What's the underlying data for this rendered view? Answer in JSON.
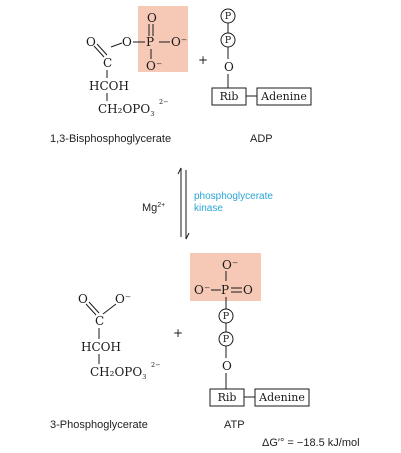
{
  "colors": {
    "highlight": "#f6c8b6",
    "enzyme_text": "#2aa6d6",
    "ink": "#1a1a1a"
  },
  "reactants": {
    "bpg": {
      "name": "1,3-Bisphosphoglycerate",
      "o": "O",
      "o_minus": "O⁻",
      "p": "P",
      "c": "C",
      "hcoh": "HCOH",
      "ch2opo3": "CH₂OPO",
      "charge": "2−",
      "sub3": "3"
    },
    "plus": "+",
    "adp": {
      "name": "ADP",
      "p": "P",
      "o": "O",
      "rib": "Rib",
      "adenine": "Adenine"
    }
  },
  "arrow": {
    "cofactor": "Mg",
    "cofactor_charge": "2+",
    "enzyme_line1": "phosphoglycerate",
    "enzyme_line2": "kinase"
  },
  "products": {
    "pg": {
      "name": "3-Phosphoglycerate",
      "o": "O",
      "o_minus": "O⁻",
      "c": "C",
      "hcoh": "HCOH",
      "ch2opo3": "CH₂OPO",
      "charge": "2−",
      "sub3": "3"
    },
    "plus": "+",
    "atp": {
      "name": "ATP",
      "o_minus": "O⁻",
      "p": "P",
      "o": "O",
      "rib": "Rib",
      "adenine": "Adenine"
    }
  },
  "delta_g": "ΔG′° = −18.5 kJ/mol"
}
